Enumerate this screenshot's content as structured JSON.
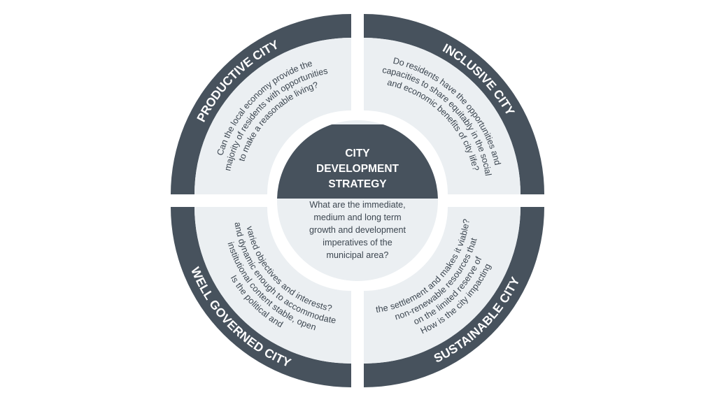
{
  "center": {
    "title_lines": [
      "CITY",
      "DEVELOPMENT",
      "STRATEGY"
    ],
    "question_lines": [
      "What are the immediate,",
      "medium and long term",
      "growth and development",
      "imperatives of the",
      "municipal area?"
    ]
  },
  "quadrants": [
    {
      "key": "productive",
      "label": "PRODUCTIVE CITY",
      "question_lines": [
        "Can the local economy provide the",
        "majority of residents with opportunities",
        "to make a reasonable living?"
      ]
    },
    {
      "key": "inclusive",
      "label": "INCLUSIVE CITY",
      "question_lines": [
        "Do residents have the opportunities and",
        "capacities to share equitably in the social",
        "and economic benefits of city life?"
      ]
    },
    {
      "key": "sustainable",
      "label": "SUSTAINABLE CITY",
      "question_lines": [
        "How is the city impacting",
        "on the limited reserve of",
        "non-renewable resources that",
        "the settlement and makes it viable?"
      ]
    },
    {
      "key": "well-governed",
      "label": "WELL GOVERNED CITY",
      "question_lines": [
        "Is the political and",
        "institutional content stable, open",
        "and dynamic enough to accommodate",
        "varied objectives and interests?"
      ]
    }
  ],
  "colors": {
    "ring": "#47525d",
    "band": "#ebeff2",
    "center_fill": "#ebeff2",
    "text": "#3c4650",
    "label": "#ffffff"
  }
}
